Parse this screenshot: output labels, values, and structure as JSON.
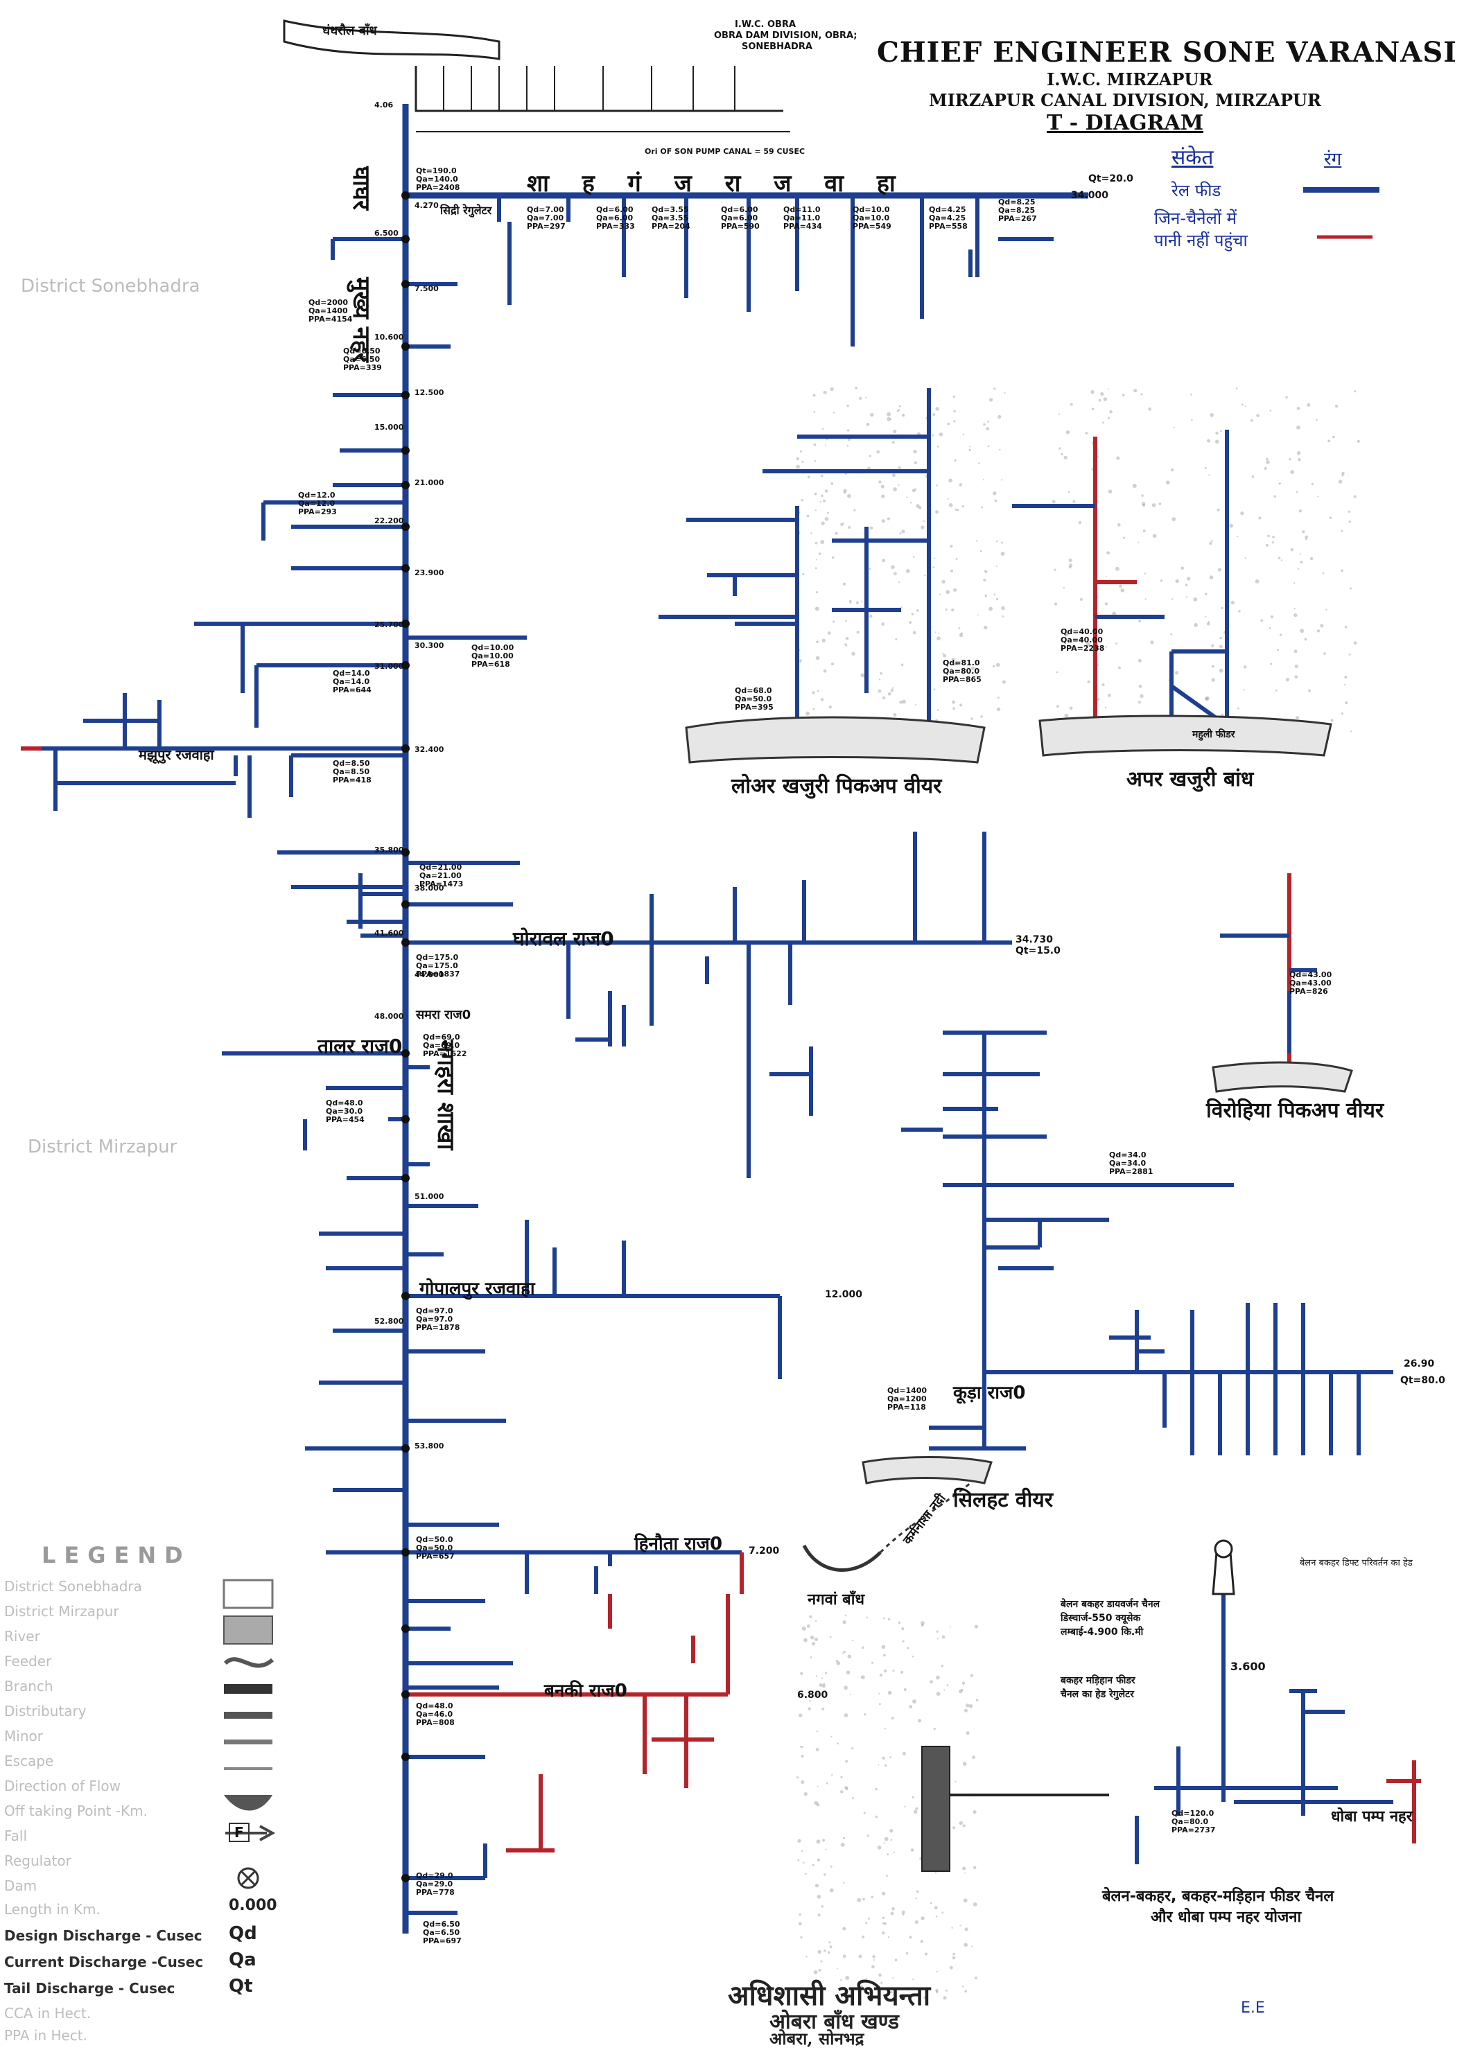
{
  "header": {
    "title": "CHIEF ENGINEER SONE VARANASI",
    "line2": "I.W.C. MIRZAPUR",
    "line3": "MIRZAPUR CANAL DIVISION, MIRZAPUR",
    "line4": "T - DIAGRAM"
  },
  "obra_header": {
    "line1": "I.W.C. OBRA",
    "line2": "OBRA DAM DIVISION, OBRA;",
    "line3": "SONEBHADRA"
  },
  "key": {
    "title": "संकेत",
    "col": "रंग",
    "item1": "रेल फीड",
    "item2": "जिन-चैनेलों में",
    "item3": "पानी नहीं पहुंचा"
  },
  "districts": {
    "sonebhadra": "District Sonebhadra",
    "mirzapur": "District Mirzapur"
  },
  "top": {
    "dam": "धंधरौल बाँध",
    "pump": "Ori OF SON PUMP CANAL = 59 CUSEC"
  },
  "main_canal": {
    "label_top": "घाघर",
    "label_mid": "मुख्य नहर",
    "label_low": "नगहरा शाखा",
    "chainage": [
      "4.06",
      "4.270",
      "6.500",
      "7.500",
      "10.600",
      "12.500",
      "15.000",
      "21.000",
      "22.200",
      "23.900",
      "25.700",
      "30.300",
      "31.000",
      "32.400",
      "35.800",
      "38.000",
      "41.600",
      "44.000",
      "48.000",
      "51.000",
      "52.800",
      "53.800"
    ]
  },
  "branches": {
    "shahganj": "शा ह गं ज रा ज वा हा",
    "sidhri": "सिद्री रेगुलेटर",
    "qt_top": "Qt=20.0",
    "km_top": "34.000",
    "ghorawal": "घोरावल राज0",
    "ghorawal_km": "34.730",
    "ghorawal_qt": "Qt=15.0",
    "talar": "तालर राज0",
    "samra": "समरा राज0",
    "gopalpur": "गोपालपुर रजवाहा",
    "gopalpur_km": "12.000",
    "hinota": "हिनौता राज0",
    "hinota_km": "7.200",
    "banki": "बनकी राज0",
    "banki_km": "6.800",
    "patihata": "मझूपुर रजवाहा",
    "kuda": "कूड़ा राज0",
    "kuda_km": "26.90",
    "kuda_qt": "Qt=80.0",
    "dhoba": "धोबा पम्प नहर"
  },
  "labels": [
    {
      "t": "Qt=190.0"
    },
    {
      "t": "Qa=140.0"
    },
    {
      "t": "PPA=2408"
    },
    {
      "t": "Qd=7.00"
    },
    {
      "t": "Qa=7.00"
    },
    {
      "t": "PPA=297"
    },
    {
      "t": "Qd=6.00"
    },
    {
      "t": "Qa=6.00"
    },
    {
      "t": "PPA=333"
    },
    {
      "t": "Qd=3.55"
    },
    {
      "t": "Qa=3.55"
    },
    {
      "t": "PPA=204"
    },
    {
      "t": "Qd=6.00"
    },
    {
      "t": "Qa=6.00"
    },
    {
      "t": "PPA=590"
    },
    {
      "t": "Qd=11.0"
    },
    {
      "t": "Qa=11.0"
    },
    {
      "t": "PPA=434"
    },
    {
      "t": "Qd=10.0"
    },
    {
      "t": "Qa=10.0"
    },
    {
      "t": "PPA=549"
    },
    {
      "t": "Qd=4.25"
    },
    {
      "t": "Qa=4.25"
    },
    {
      "t": "PPA=558"
    },
    {
      "t": "Qd=8.25"
    },
    {
      "t": "Qa=8.25"
    },
    {
      "t": "PPA=267"
    },
    {
      "t": "Qd=2000"
    },
    {
      "t": "Qa=1400"
    },
    {
      "t": "PPA=4154"
    },
    {
      "t": "Qd=6.50"
    },
    {
      "t": "Qa=6.50"
    },
    {
      "t": "PPA=339"
    },
    {
      "t": "Qd=12.0"
    },
    {
      "t": "Qa=12.0"
    },
    {
      "t": "PPA=293"
    },
    {
      "t": "Qd=10.00"
    },
    {
      "t": "Qa=10.00"
    },
    {
      "t": "PPA=618"
    },
    {
      "t": "Qd=14.0"
    },
    {
      "t": "Qa=14.0"
    },
    {
      "t": "PPA=644"
    },
    {
      "t": "Qd=8.50"
    },
    {
      "t": "Qa=8.50"
    },
    {
      "t": "PPA=418"
    },
    {
      "t": "Qd=21.00"
    },
    {
      "t": "Qa=21.00"
    },
    {
      "t": "PPA=1473"
    },
    {
      "t": "Qd=175.0"
    },
    {
      "t": "Qa=175.0"
    },
    {
      "t": "PPA=1837"
    },
    {
      "t": "Qd=69.0"
    },
    {
      "t": "Qa=69.0"
    },
    {
      "t": "PPA=1622"
    },
    {
      "t": "Qd=48.0"
    },
    {
      "t": "Qa=30.0"
    },
    {
      "t": "PPA=454"
    },
    {
      "t": "Qd=97.0"
    },
    {
      "t": "Qa=97.0"
    },
    {
      "t": "PPA=1878"
    },
    {
      "t": "Qd=50.0"
    },
    {
      "t": "Qa=50.0"
    },
    {
      "t": "PPA=657"
    },
    {
      "t": "Qd=48.0"
    },
    {
      "t": "Qa=46.0"
    },
    {
      "t": "PPA=808"
    },
    {
      "t": "Qd=29.0"
    },
    {
      "t": "Qa=29.0"
    },
    {
      "t": "PPA=778"
    },
    {
      "t": "Qd=6.50"
    },
    {
      "t": "Qa=6.50"
    },
    {
      "t": "PPA=697"
    },
    {
      "t": "Qd=120.0"
    },
    {
      "t": "Qa=80.0"
    },
    {
      "t": "PPA=2737"
    },
    {
      "t": "Qd=1400"
    },
    {
      "t": "Qa=1200"
    },
    {
      "t": "PPA=118"
    },
    {
      "t": "Qd=34.0"
    },
    {
      "t": "Qa=34.0"
    },
    {
      "t": "PPA=2881"
    },
    {
      "t": "Qd=43.00"
    },
    {
      "t": "Qa=43.00"
    },
    {
      "t": "PPA=826"
    },
    {
      "t": "Qd=40.00"
    },
    {
      "t": "Qa=40.00"
    },
    {
      "t": "PPA=2238"
    },
    {
      "t": "Qd=68.0"
    },
    {
      "t": "Qa=50.0"
    },
    {
      "t": "PPA=395"
    },
    {
      "t": "Qd=81.0"
    },
    {
      "t": "Qa=80.0"
    },
    {
      "t": "PPA=865"
    }
  ],
  "structures": {
    "lower_khajuri": "लोअर खजुरी पिकअप वीयर",
    "upper_khajuri": "अपर खजुरी बांध",
    "virohiya": "विरोहिया पिकअप वीयर",
    "silhat": "सिलहट वीयर",
    "nagwa": "नगवां बाँध",
    "karmnasha": "कर्मनाशा नदी",
    "mahuli": "महुली फीडर"
  },
  "belan": {
    "head": "बेलन बकहर डिफ्ट परिवर्तन का हेड",
    "ch1": "बेलन बकहर डायवर्जन चैनल",
    "ch2": "डिस्चार्ज-550 क्यूसेक",
    "ch3": "लम्बाई-4.900 कि.मी",
    "mh1": "बकहर मड़िहान फीडर",
    "mh2": "चैनल का हेड रेगुलेटर",
    "km": "3.600",
    "caption1": "बेलन-बकहर, बकहर-मड़िहान फीडर चैनल",
    "caption2": "और धोबा पम्प नहर योजना",
    "sig": "E.E"
  },
  "stamp": {
    "line1": "अधिशासी अभियन्ता",
    "line2": "ओबरा बाँध खण्ड",
    "line3": "ओबरा, सोनभद्र"
  },
  "legend": {
    "title": "LEGEND",
    "rows": [
      "District Sonebhadra",
      "District Mirzapur",
      "River",
      "Feeder",
      "Branch",
      "Distributary",
      "Minor",
      "Escape",
      "Direction of Flow",
      "Off taking Point -Km.",
      "Fall",
      "Regulator",
      "Dam"
    ],
    "length": "Length in Km.",
    "length_sym": "0.000",
    "qd": "Design Discharge - Cusec",
    "qd_sym": "Qd",
    "qa": "Current Discharge -Cusec",
    "qa_sym": "Qa",
    "qt": "Tail Discharge - Cusec",
    "qt_sym": "Qt",
    "cca": "CCA in Hect.",
    "ppa": "PPA in Hect.",
    "fall_sym": "F"
  },
  "colors": {
    "canal": "#1e3f8f",
    "dry": "#b5232b",
    "ink": "#111111"
  }
}
